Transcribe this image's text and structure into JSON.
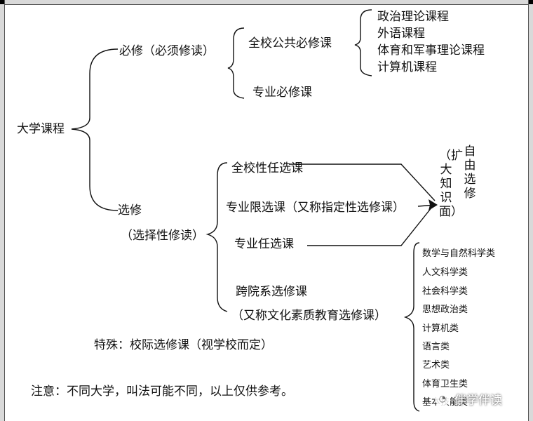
{
  "root": "大学课程",
  "required": {
    "label": "必修（必须修读）",
    "public": {
      "label": "全校公共必修课",
      "items": [
        "政治理论课程",
        "外语课程",
        "体育和军事理论课程",
        "计算机课程"
      ]
    },
    "major": "专业必修课"
  },
  "elective": {
    "label": "选修",
    "sublabel": "（选择性修读）",
    "items": [
      "全校性任选课",
      "专业限选课（又称指定性选修课）",
      "专业任选课",
      "跨院系选修课"
    ],
    "cross_note": "（又称文化素质教育选修课）",
    "free_choice": {
      "left": "（扩大知识面）",
      "right": "自由选修"
    },
    "cross_categories": [
      "数学与自然科学类",
      "人文科学类",
      "社会科学类",
      "思想政治类",
      "计算机类",
      "语言类",
      "艺术类",
      "体育卫生类",
      "基本技能类"
    ]
  },
  "special": "特殊：校际选修课（视学校而定）",
  "note": "注意：不同大学，叫法可能不同，以上仅供参考。",
  "watermark": "伴学伴读"
}
